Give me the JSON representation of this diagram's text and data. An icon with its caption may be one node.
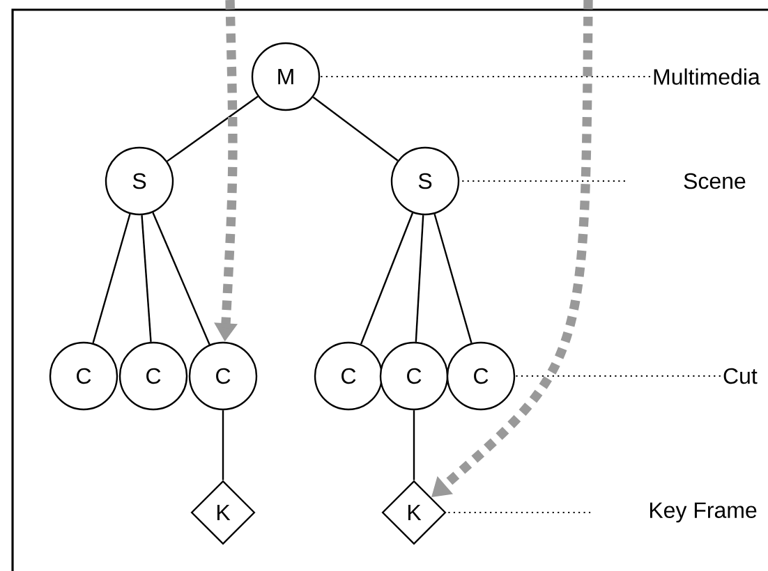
{
  "diagram": {
    "nodes": [
      {
        "text": [
          "M"
        ]
      },
      {
        "text": [
          "S"
        ]
      },
      {
        "text": [
          "S"
        ]
      },
      {
        "text": [
          "C"
        ]
      },
      {
        "text": [
          "C"
        ]
      },
      {
        "text": [
          "C"
        ]
      },
      {
        "text": [
          "C"
        ]
      },
      {
        "text": [
          "C"
        ]
      },
      {
        "text": [
          "C"
        ]
      },
      {
        "text": [
          "K"
        ]
      },
      {
        "text": [
          "K"
        ]
      },
      {
        "text": [
          "Multimedia"
        ]
      },
      {
        "text": [
          "Scene"
        ]
      },
      {
        "text": [
          "Cut"
        ]
      },
      {
        "text": [
          "Key Frame"
        ]
      }
    ],
    "edges": [
      {
        "from": 0,
        "to": 1,
        "arrow": "none"
      },
      {
        "from": 0,
        "to": 2,
        "arrow": "none"
      },
      {
        "from": 1,
        "to": 3,
        "arrow": "none"
      },
      {
        "from": 1,
        "to": 4,
        "arrow": "none"
      },
      {
        "from": 1,
        "to": 5,
        "arrow": "none"
      },
      {
        "from": 2,
        "to": 6,
        "arrow": "none"
      },
      {
        "from": 2,
        "to": 7,
        "arrow": "none"
      },
      {
        "from": 2,
        "to": 8,
        "arrow": "none"
      },
      {
        "from": 5,
        "to": 9,
        "arrow": "none"
      },
      {
        "from": 7,
        "to": 10,
        "arrow": "none"
      },
      {
        "from": 11,
        "to": 0,
        "arrow": "none",
        "style": "dashed"
      },
      {
        "from": 12,
        "to": 2,
        "arrow": "none",
        "style": "dashed"
      },
      {
        "from": 13,
        "to": 8,
        "arrow": "none",
        "style": "dashed"
      },
      {
        "from": 14,
        "to": 10,
        "arrow": "none",
        "style": "dashed"
      },
      {
        "from": null,
        "to": 5,
        "arrow": "to",
        "style": "dashed",
        "color": "#999999"
      },
      {
        "from": null,
        "to": 10,
        "arrow": "to",
        "style": "dashed",
        "color": "#999999"
      }
    ]
  }
}
